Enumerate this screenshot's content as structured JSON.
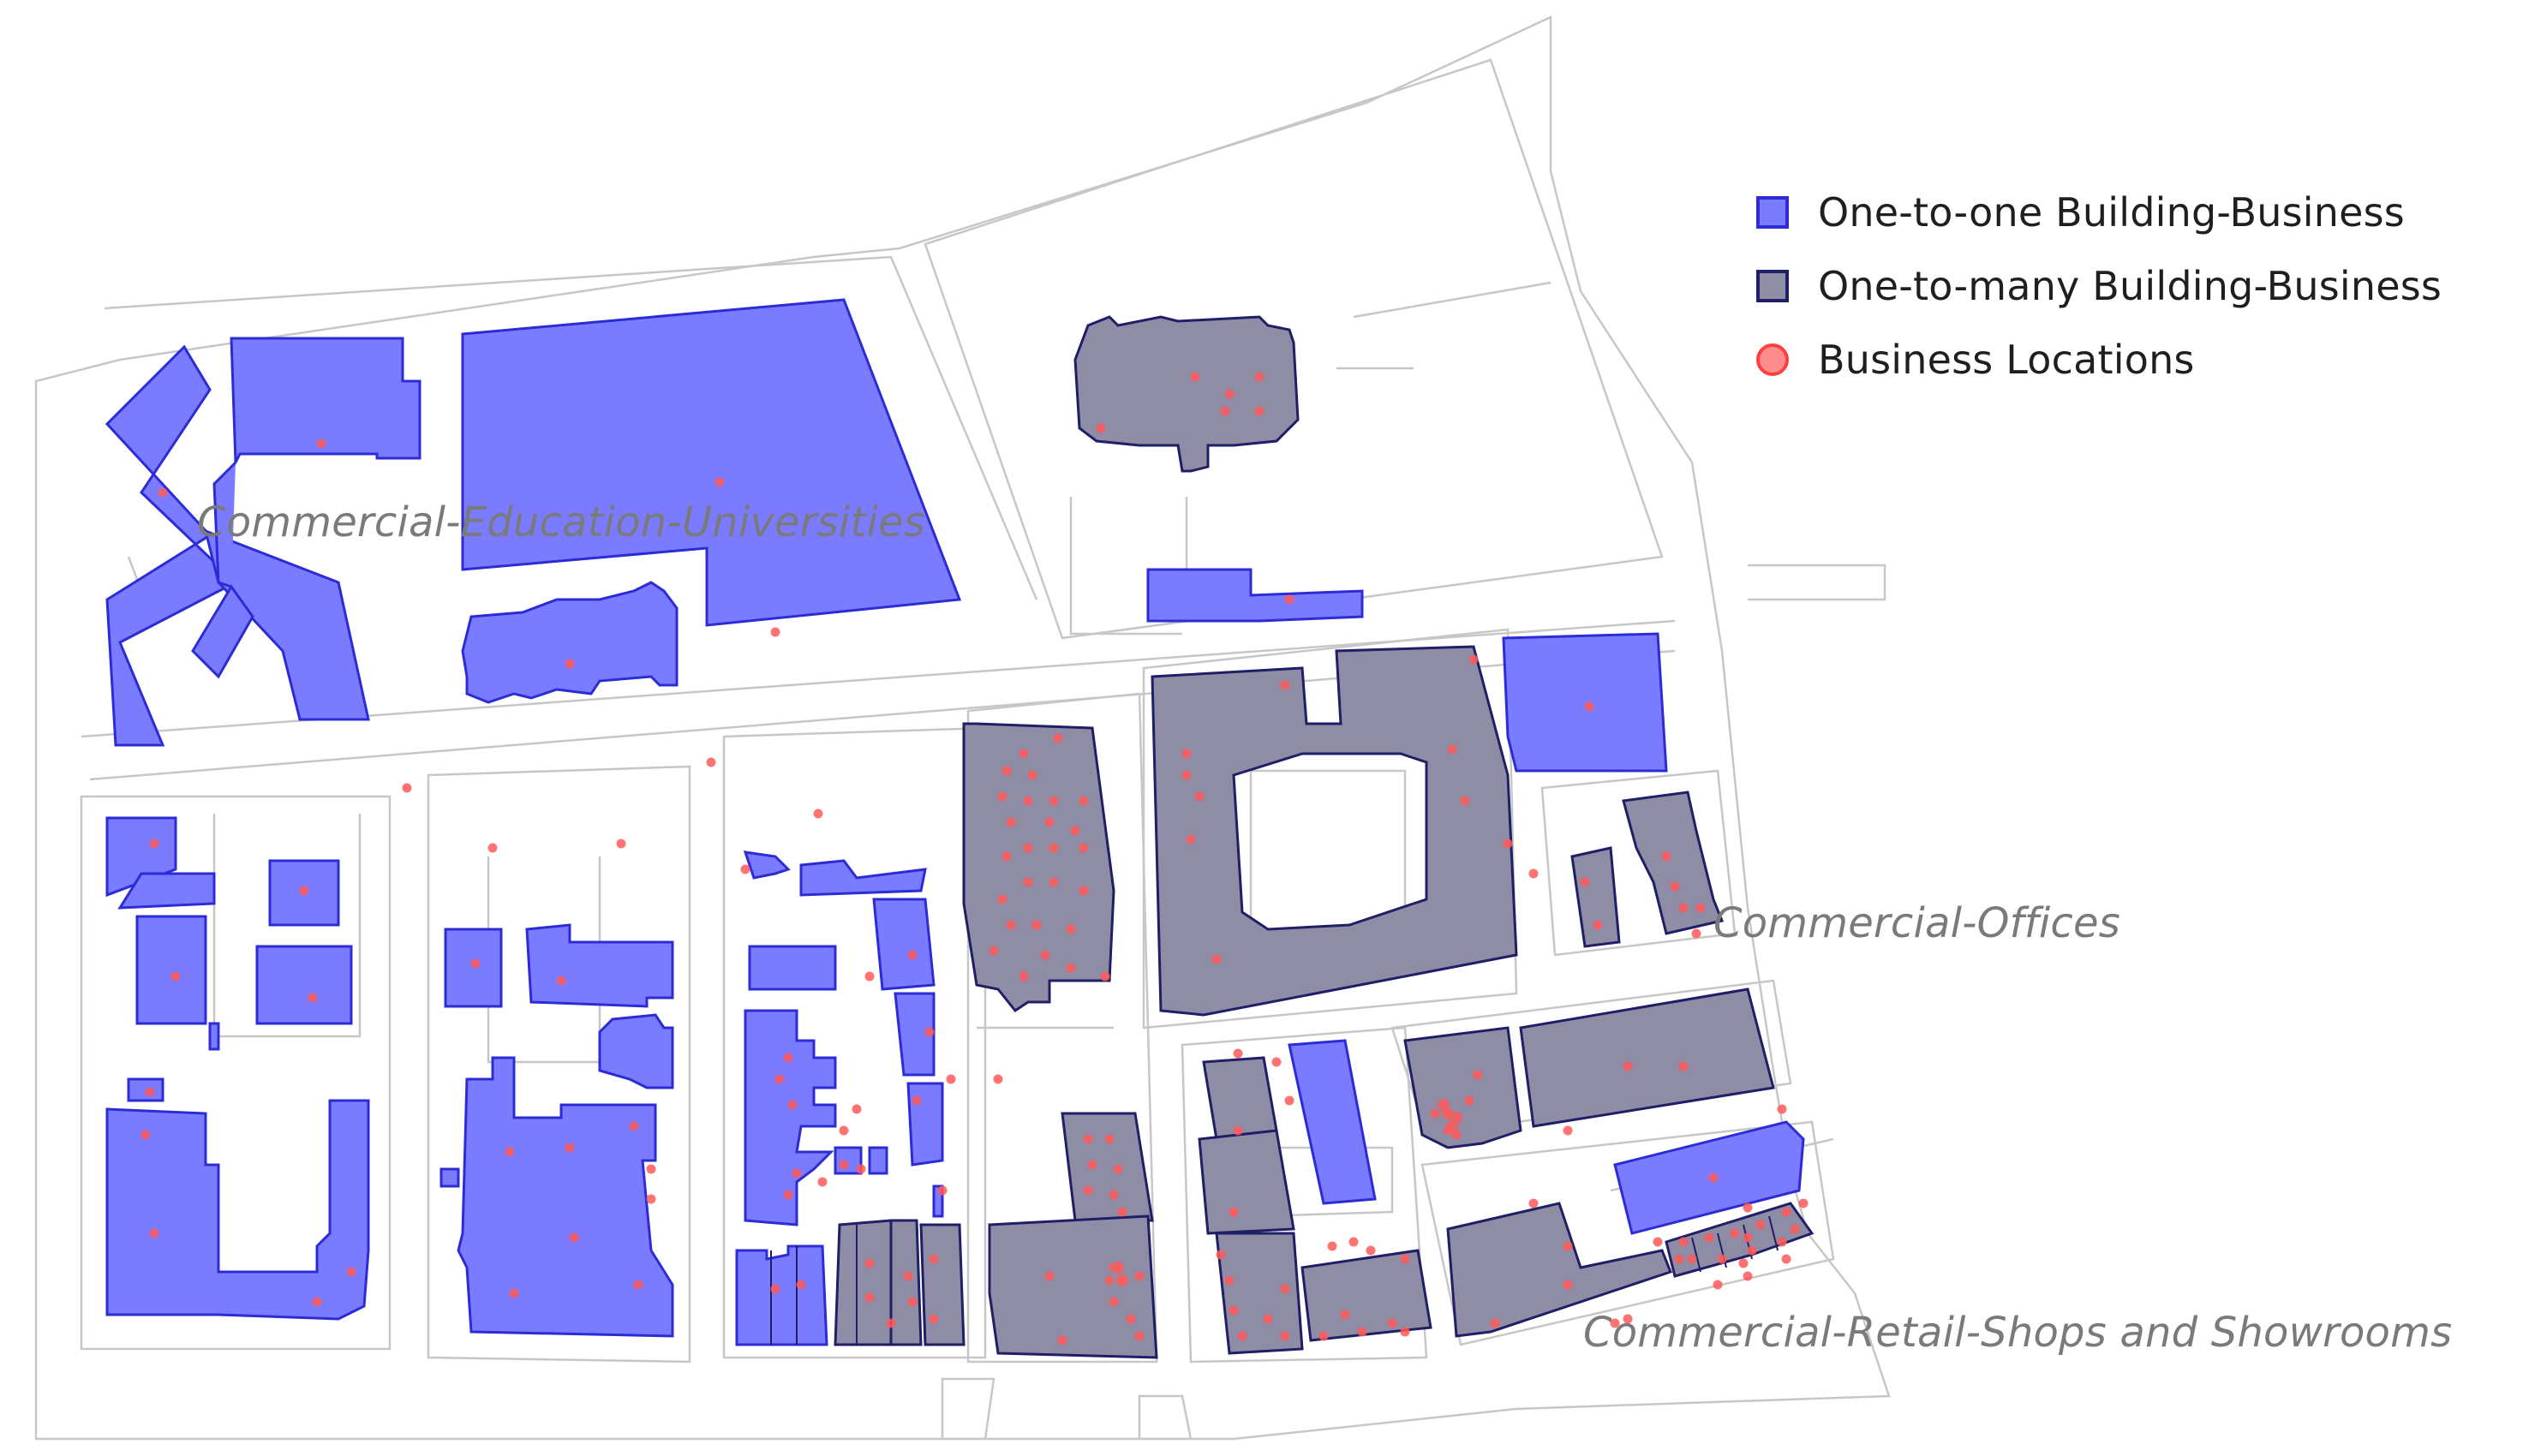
{
  "legend": {
    "items": [
      {
        "label": "One-to-one Building-Business",
        "symbol": "blue-square"
      },
      {
        "label": "One-to-many Building-Business",
        "symbol": "gray-square"
      },
      {
        "label": "Business Locations",
        "symbol": "red-circle"
      }
    ]
  },
  "zones": {
    "education": "Commercial-Education-Universities",
    "offices": "Commercial-Offices",
    "retail": "Commercial-Retail-Shops and Showrooms"
  },
  "colors": {
    "one_to_one_fill": "#7b7bff",
    "one_to_one_stroke": "#2c2cd7",
    "one_to_many_fill": "#8f8ca5",
    "one_to_many_stroke": "#1f1f68",
    "business_dot": "#ff5a5a",
    "street_outline": "#c7c7c7",
    "zone_label": "#7a7a7a"
  }
}
